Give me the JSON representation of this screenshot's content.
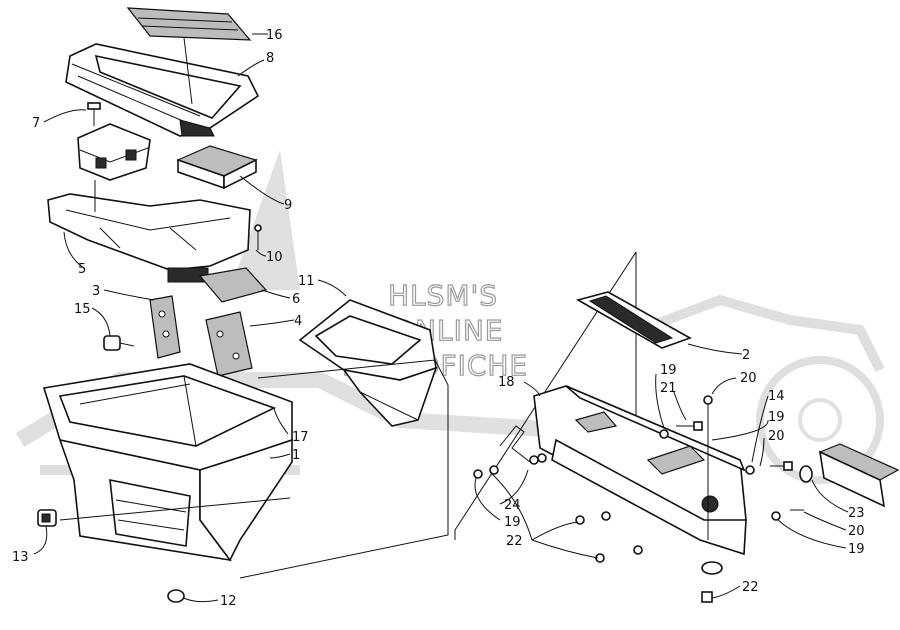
{
  "diagram": {
    "watermark": {
      "line1": "HLSM'S",
      "line2": "ONLINE",
      "line3": "MICROFICHE"
    },
    "callouts": [
      {
        "id": "c16",
        "label": "16"
      },
      {
        "id": "c8",
        "label": "8"
      },
      {
        "id": "c7",
        "label": "7"
      },
      {
        "id": "c9",
        "label": "9"
      },
      {
        "id": "c10",
        "label": "10"
      },
      {
        "id": "c5",
        "label": "5"
      },
      {
        "id": "c11",
        "label": "11"
      },
      {
        "id": "c6",
        "label": "6"
      },
      {
        "id": "c3",
        "label": "3"
      },
      {
        "id": "c4",
        "label": "4"
      },
      {
        "id": "c15",
        "label": "15"
      },
      {
        "id": "c17",
        "label": "17"
      },
      {
        "id": "c1",
        "label": "1"
      },
      {
        "id": "c13",
        "label": "13"
      },
      {
        "id": "c12",
        "label": "12"
      },
      {
        "id": "c2",
        "label": "2"
      },
      {
        "id": "c18",
        "label": "18"
      },
      {
        "id": "c19a",
        "label": "19"
      },
      {
        "id": "c21",
        "label": "21"
      },
      {
        "id": "c20a",
        "label": "20"
      },
      {
        "id": "c14",
        "label": "14"
      },
      {
        "id": "c19b",
        "label": "19"
      },
      {
        "id": "c20b",
        "label": "20"
      },
      {
        "id": "c24",
        "label": "24"
      },
      {
        "id": "c19c",
        "label": "19"
      },
      {
        "id": "c22a",
        "label": "22"
      },
      {
        "id": "c23",
        "label": "23"
      },
      {
        "id": "c20c",
        "label": "20"
      },
      {
        "id": "c19d",
        "label": "19"
      },
      {
        "id": "c22b",
        "label": "22"
      }
    ]
  }
}
